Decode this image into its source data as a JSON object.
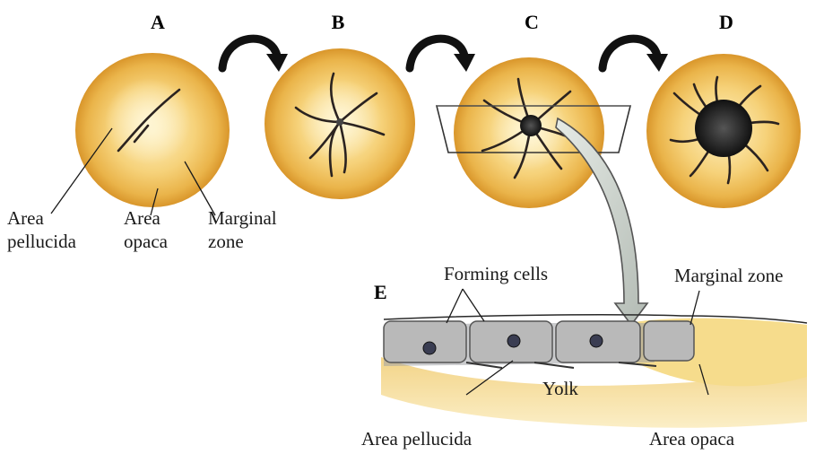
{
  "panels": {
    "a": "A",
    "b": "B",
    "c": "C",
    "d": "D",
    "e": "E"
  },
  "labels": {
    "area_pellucida_a_line1": "Area",
    "area_pellucida_a_line2": "pellucida",
    "area_opaca_a_line1": "Area",
    "area_opaca_a_line2": "opaca",
    "marginal_zone_a_line1": "Marginal",
    "marginal_zone_a_line2": "zone",
    "forming_cells": "Forming cells",
    "marginal_zone_e": "Marginal zone",
    "yolk": "Yolk",
    "area_pellucida_e": "Area pellucida",
    "area_opaca_e": "Area opaca"
  },
  "colors": {
    "yolk_light": "#fbe6a6",
    "yolk_dark": "#e6a93a",
    "cell_grey": "#b9b9b9",
    "embryo_dark": "#222222",
    "arrow_grey": "#c8cec9"
  }
}
